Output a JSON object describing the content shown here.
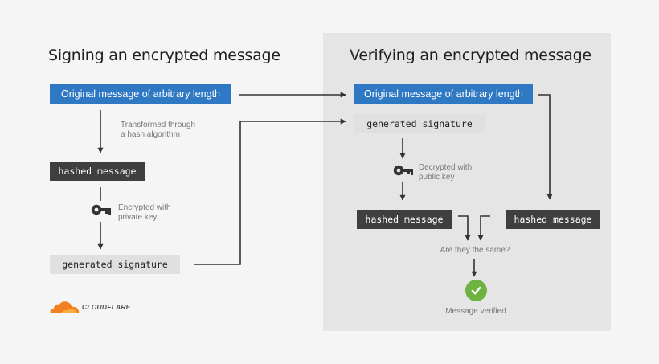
{
  "signing": {
    "title": "Signing an encrypted message",
    "original_message": "Original message of arbitrary length",
    "hash_note_line1": "Transformed through",
    "hash_note_line2": "a hash algorithm",
    "hashed_message": "hashed message",
    "encrypt_note_line1": "Encrypted with",
    "encrypt_note_line2": "private key",
    "generated_signature": "generated signature"
  },
  "verifying": {
    "title": "Verifying an encrypted message",
    "original_message": "Original message of arbitrary length",
    "generated_signature": "generated signature",
    "decrypt_note_line1": "Decrypted with",
    "decrypt_note_line2": "public key",
    "hashed_message_left": "hashed message",
    "hashed_message_right": "hashed message",
    "compare_question": "Are they the same?",
    "result": "Message verified"
  },
  "logo": {
    "text": "CLOUDFLARE"
  },
  "colors": {
    "primary_box": "#2f78c4",
    "hash_box": "#3f3f3f",
    "signature_box": "#e0e0e0",
    "verified": "#6eb23f",
    "arrow": "#333333",
    "panel": "#e5e5e5"
  },
  "icons": [
    "key-icon",
    "check-icon",
    "cloud-logo-icon"
  ]
}
